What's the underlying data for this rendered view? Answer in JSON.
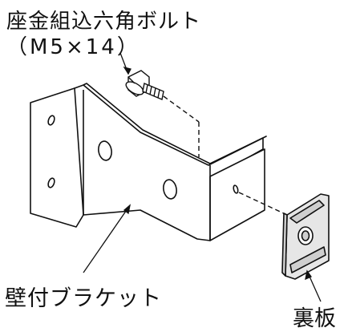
{
  "labels": {
    "bolt_name": "座金組込六角ボルト",
    "bolt_spec": "（M5×14）",
    "wall_bracket": "壁付ブラケット",
    "back_plate": "裏板"
  },
  "colors": {
    "line": "#111111",
    "part_fill": "#ffffff",
    "plate_fill": "#e6e6e6",
    "plate_shade": "#cfcfcf"
  }
}
